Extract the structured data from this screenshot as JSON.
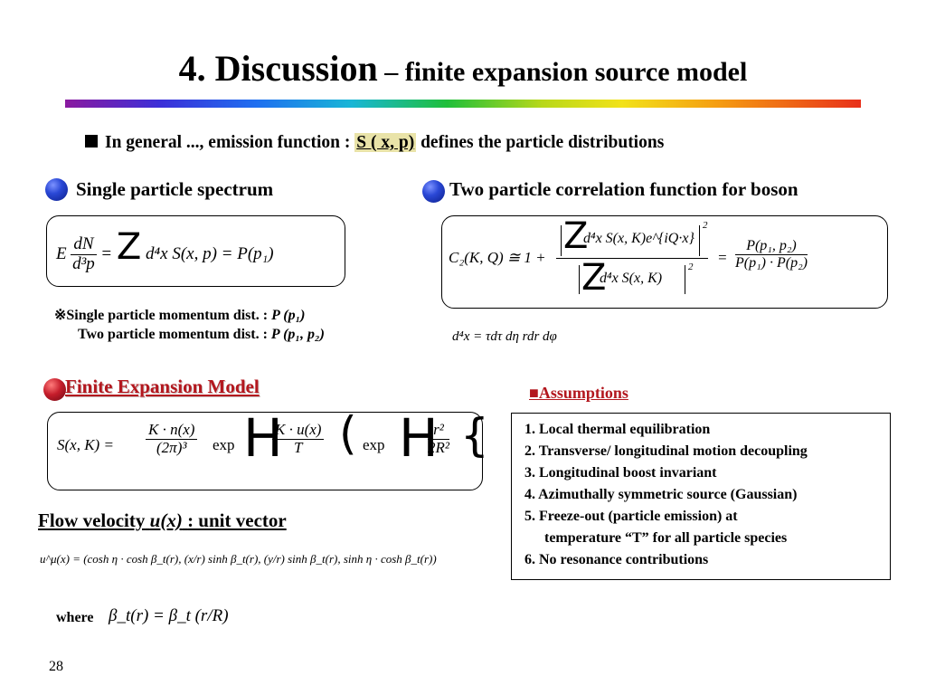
{
  "title": {
    "main": "4. Discussion",
    "sub": " – finite expansion source model"
  },
  "emission": {
    "prefix": "In general ..., emission function :",
    "func": "S ( x, p)",
    "suffix": "defines the particle distributions"
  },
  "single": {
    "heading": "Single particle spectrum",
    "eq_E": "E",
    "eq_dN": "dN",
    "eq_d3p": "d³p",
    "eq_eq": "=",
    "eq_Z": "Z",
    "eq_integrand": "d⁴x S(x, p) = P(p₁)"
  },
  "two": {
    "heading": "Two particle correlation function for boson",
    "eq_lhs": "C₂(K, Q) ≅ 1 +",
    "eq_num": "d⁴x S(x, K)e^{iQ·x}",
    "eq_den": "d⁴x S(x, K)",
    "eq_sq": "2",
    "eq_eq": "=",
    "eq_rnum": "P(p₁, p₂)",
    "eq_rden": "P(p₁) · P(p₂)",
    "eq_Z": "Z"
  },
  "notes": {
    "mark": "※",
    "line1_label": "Single  particle momentum dist.  :",
    "line1_val": "P (p₁)",
    "line2_label": "Two    particle momentum dist.  :",
    "line2_val": "P (p₁, p₂)",
    "measure": "d⁴x = τdτ dη rdr dφ"
  },
  "fem": {
    "heading": "Finite Expansion Model",
    "eq_lhs": "S(x, K) =",
    "eq_num": "K · n(x)",
    "eq_den": "(2π)³",
    "exp1": "exp",
    "exp1_num": "K · u(x)",
    "exp1_den": "T",
    "exp2": "exp",
    "exp2_num": "r²",
    "exp2_den": "2R²",
    "glyphs": [
      "H",
      "(",
      "H",
      "{"
    ]
  },
  "assumptions": {
    "heading": "■Assumptions",
    "items": [
      "1. Local thermal equilibration",
      "2. Transverse/ longitudinal motion decoupling",
      "3. Longitudinal boost invariant",
      "4. Azimuthally symmetric source (Gaussian)",
      "5. Freeze-out (particle emission) at",
      "    temperature “T” for all particle species",
      "6. No resonance contributions"
    ]
  },
  "flow": {
    "label": "Flow velocity",
    "var": "u(x)",
    "suffix": ": unit vector",
    "eq": "u^μ(x) = (cosh η · cosh β_t(r),  (x/r) sinh β_t(r),  (y/r) sinh β_t(r),  sinh η · cosh β_t(r))",
    "where": "where",
    "where_eq": "β_t(r) = β_t (r/R)"
  },
  "page": {
    "number": "28"
  }
}
